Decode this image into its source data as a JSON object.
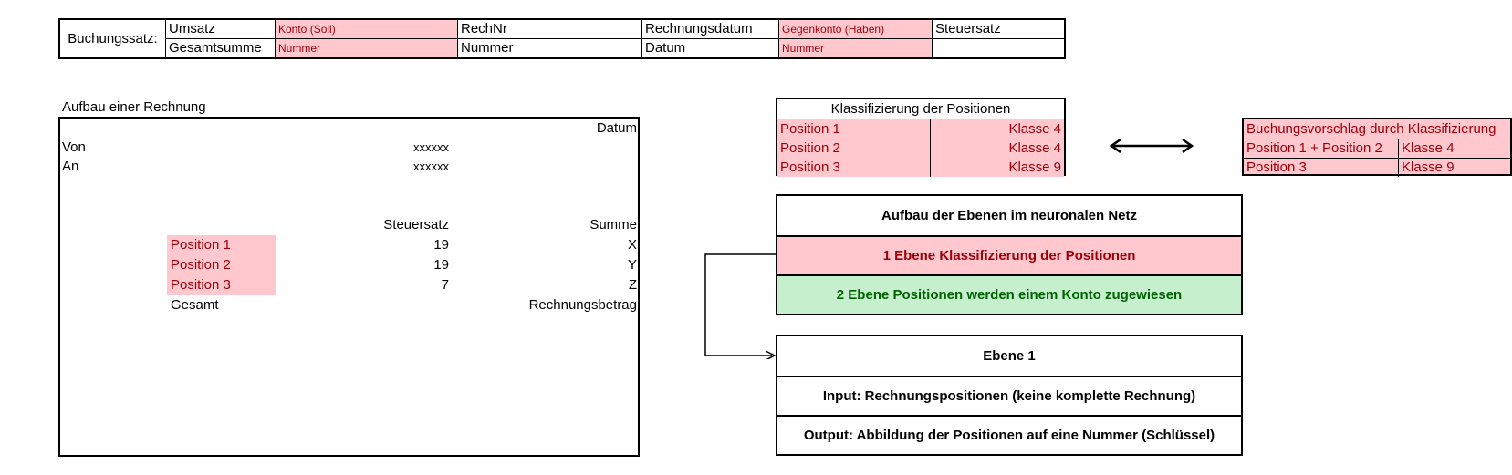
{
  "booking": {
    "label": "Buchungssatz:",
    "row1": [
      "Umsatz",
      "Konto (Soll)",
      "RechNr",
      "Rechnungsdatum",
      "Gegenkonto (Haben)",
      "Steuersatz"
    ],
    "row2": [
      "Gesamtsumme",
      "Nummer",
      "Nummer",
      "Datum",
      "Nummer",
      ""
    ]
  },
  "invoice": {
    "title": "Aufbau einer Rechnung",
    "date": "Datum",
    "from_label": "Von",
    "from_value": "xxxxxx",
    "to_label": "An",
    "to_value": "xxxxxx",
    "tax_header": "Steuersatz",
    "sum_header": "Summe",
    "positions": [
      {
        "name": "Position 1",
        "tax": "19",
        "sum": "X"
      },
      {
        "name": "Position 2",
        "tax": "19",
        "sum": "Y"
      },
      {
        "name": "Position 3",
        "tax": "7",
        "sum": "Z"
      }
    ],
    "total_label": "Gesamt",
    "total_value": "Rechnungsbetrag"
  },
  "classification": {
    "title": "Klassifizierung der Positionen",
    "rows": [
      {
        "pos": "Position 1",
        "cls": "Klasse 4"
      },
      {
        "pos": "Position 2",
        "cls": "Klasse 4"
      },
      {
        "pos": "Position 3",
        "cls": "Klasse 9"
      }
    ]
  },
  "suggestion": {
    "title": "Buchungsvorschlag durch Klassifizierung",
    "rows": [
      {
        "pos": "Position 1 + Position 2",
        "cls": "Klasse 4"
      },
      {
        "pos": "Position 3",
        "cls": "Klasse 9"
      }
    ]
  },
  "layers": {
    "title": "Aufbau der Ebenen im neuronalen Netz",
    "layer1": "1 Ebene Klassifizierung der Positionen",
    "layer2": "2 Ebene Positionen werden einem Konto zugewiesen"
  },
  "ebene1": {
    "title": "Ebene 1",
    "input": "Input: Rechnungspositionen (keine komplette Rechnung)",
    "output": "Output: Abbildung der Positionen auf eine Nummer (Schlüssel)"
  },
  "colors": {
    "pink_fill": "#ffc7ce",
    "pink_text": "#9c0006",
    "green_fill": "#c6efce",
    "green_text": "#006100"
  }
}
